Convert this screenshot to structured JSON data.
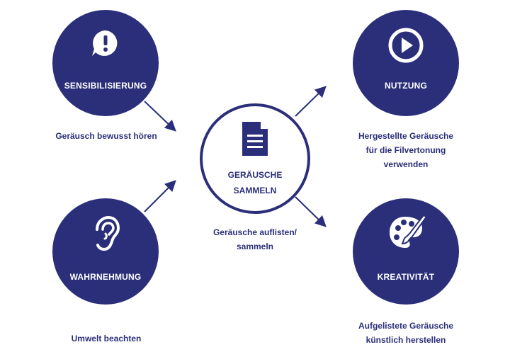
{
  "nodes": {
    "sensibilisierung": {
      "title": "SENSIBILISIERUNG",
      "caption": "Geräusch bewusst hören"
    },
    "nutzung": {
      "title": "NUTZUNG",
      "caption_lines": [
        "Hergestellte Geräusche",
        "für die Filvertonung",
        "verwenden"
      ]
    },
    "center": {
      "title_lines": [
        "GERÄUSCHE",
        "SAMMELN"
      ],
      "caption_lines": [
        "Geräusche auflisten/",
        "sammeln"
      ]
    },
    "wahrnehmung": {
      "title": "WAHRNEHMUNG",
      "caption": "Umwelt beachten"
    },
    "kreativitaet": {
      "title": "KREATIVITÄT",
      "caption_lines": [
        "Aufgelistete Geräusche",
        "künstlich herstellen"
      ]
    }
  },
  "colors": {
    "primary": "#2b2f7a",
    "background": "#ffffff"
  },
  "icons": {
    "sensibilisierung": "exclamation-speech-icon",
    "nutzung": "play-icon",
    "center": "document-icon",
    "wahrnehmung": "ear-icon",
    "kreativitaet": "palette-icon"
  }
}
